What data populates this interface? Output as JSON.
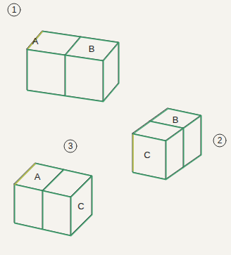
{
  "diagram": {
    "labels": [
      "1",
      "A",
      "B",
      "2",
      "B",
      "C",
      "3",
      "A",
      "C"
    ]
  }
}
